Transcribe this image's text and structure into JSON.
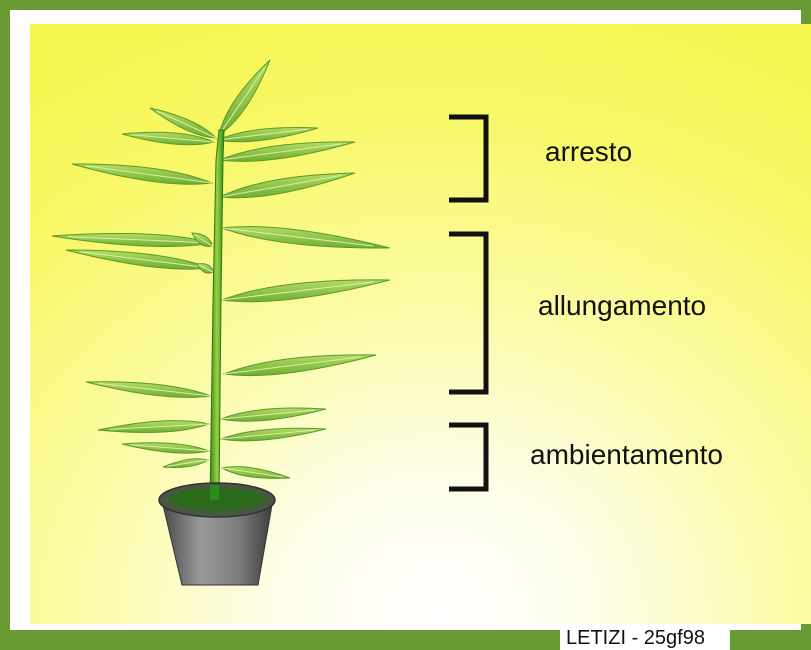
{
  "stages": {
    "arrest": "arresto",
    "elongation": "allungamento",
    "acclimatization": "ambientamento"
  },
  "credit": "LETIZI - 25gf98",
  "colors": {
    "frame": "#6a9a34",
    "background_edge": "#f5f550",
    "background_center": "#ffffff",
    "leaf": "#8cc63f",
    "leaf_vein": "#cfe99a",
    "stem": "#3a9a2a",
    "pot": "#6b6b6b",
    "bracket": "#111111"
  },
  "icons": {
    "plant": "potted-plant-icon",
    "pot": "flower-pot-icon"
  }
}
